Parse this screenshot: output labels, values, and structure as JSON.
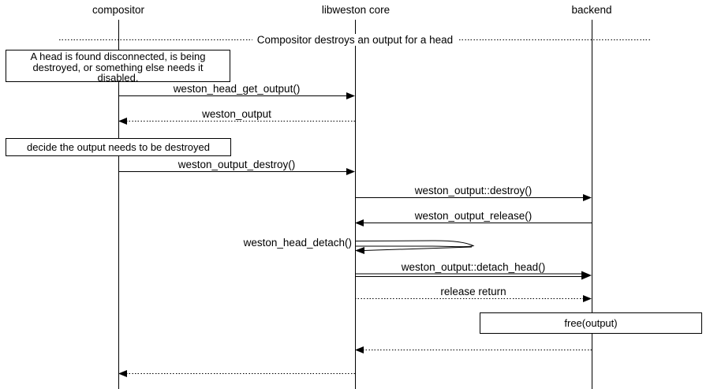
{
  "diagram": {
    "participants": [
      {
        "name": "compositor"
      },
      {
        "name": "libweston core"
      },
      {
        "name": "backend"
      }
    ],
    "divider": {
      "label": "Compositor destroys an output for a head"
    },
    "notes": [
      {
        "target": "compositor",
        "lines": [
          "A head is found disconnected, is being",
          "destroyed, or something else needs it",
          "disabled."
        ]
      },
      {
        "target": "compositor",
        "lines": [
          "decide the output needs to be destroyed"
        ]
      },
      {
        "target": "backend",
        "lines": [
          "free(output)"
        ]
      }
    ],
    "messages": [
      {
        "label": "weston_head_get_output()",
        "from": "compositor",
        "to": "libweston core",
        "style": "solid"
      },
      {
        "label": "weston_output",
        "from": "libweston core",
        "to": "compositor",
        "style": "dotted-return"
      },
      {
        "label": "weston_output_destroy()",
        "from": "compositor",
        "to": "libweston core",
        "style": "solid"
      },
      {
        "label": "weston_output::destroy()",
        "from": "libweston core",
        "to": "backend",
        "style": "solid"
      },
      {
        "label": "weston_output_release()",
        "from": "backend",
        "to": "libweston core",
        "style": "solid"
      },
      {
        "label": "weston_head_detach()",
        "from": "libweston core",
        "to": "libweston core",
        "style": "self"
      },
      {
        "label": "weston_output::detach_head()",
        "from": "libweston core",
        "to": "backend",
        "style": "double"
      },
      {
        "label": "release return",
        "from": "libweston core",
        "to": "backend",
        "style": "dotted-return"
      },
      {
        "label": "",
        "from": "backend",
        "to": "libweston core",
        "style": "dotted-return"
      },
      {
        "label": "",
        "from": "libweston core",
        "to": "compositor",
        "style": "dotted-return"
      }
    ],
    "colors": {
      "line": "#000000",
      "background": "#ffffff"
    }
  }
}
